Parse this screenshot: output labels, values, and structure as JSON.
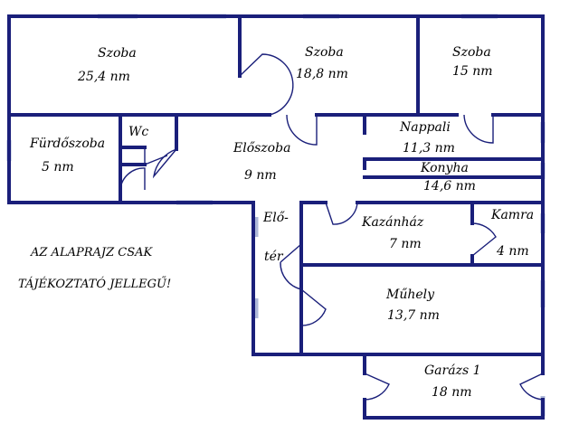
{
  "colors": {
    "wall": "#1a1f7a",
    "window": "#aeb8d8",
    "text": "#000000",
    "background": "#ffffff"
  },
  "rooms": {
    "szoba1": {
      "name": "Szoba",
      "area": "25,4 nm"
    },
    "szoba2": {
      "name": "Szoba",
      "area": "18,8 nm"
    },
    "szoba3": {
      "name": "Szoba",
      "area": "15 nm"
    },
    "furdoszoba": {
      "name": "Fürdőszoba",
      "area": "5 nm"
    },
    "wc": {
      "name": "Wc"
    },
    "eloszoba": {
      "name": "Előszoba",
      "area": "9 nm"
    },
    "nappali": {
      "name": "Nappali",
      "area": "11,3 nm"
    },
    "konyha": {
      "name": "Konyha",
      "area": "14,6 nm"
    },
    "eloter": {
      "name_line1": "Elő-",
      "name_line2": "tér"
    },
    "kazanhaz": {
      "name": "Kazánház",
      "area": "7 nm"
    },
    "kamra": {
      "name": "Kamra",
      "area": "4 nm"
    },
    "muhely": {
      "name": "Műhely",
      "area": "13,7 nm"
    },
    "garazs": {
      "name": "Garázs 1",
      "area": "18 nm"
    }
  },
  "notice": {
    "line1": "AZ ALAPRAJZ CSAK",
    "line2": "TÁJÉKOZTATÓ JELLEGŰ!"
  }
}
